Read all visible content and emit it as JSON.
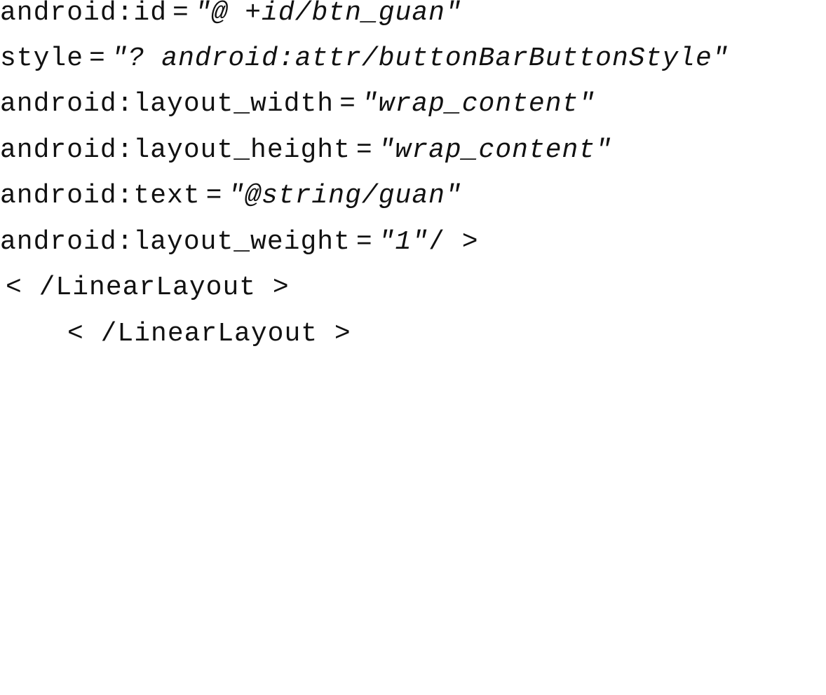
{
  "code": {
    "lines": [
      {
        "attribute": "android:id",
        "equals": "=",
        "open_quote": "\"",
        "value": "@ +id/btn_guan",
        "close_quote": "\"",
        "suffix": ""
      },
      {
        "attribute": "style",
        "equals": "=",
        "open_quote": "\"",
        "value": "? android:attr/buttonBarButtonStyle",
        "close_quote": "\"",
        "suffix": ""
      },
      {
        "attribute": "android:layout_width",
        "equals": "=",
        "open_quote": "\"",
        "value": "wrap_content",
        "close_quote": "\"",
        "suffix": ""
      },
      {
        "attribute": "android:layout_height",
        "equals": "=",
        "open_quote": "\"",
        "value": "wrap_content",
        "close_quote": "\"",
        "suffix": ""
      },
      {
        "attribute": "android:text",
        "equals": "=",
        "open_quote": "\"",
        "value": "@string/guan",
        "close_quote": "\"",
        "suffix": ""
      },
      {
        "attribute": "android:layout_weight",
        "equals": "=",
        "open_quote": "\"",
        "value": "1",
        "close_quote": "\"",
        "suffix": "/ >"
      },
      {
        "tag": "< /LinearLayout >"
      },
      {
        "tag": "< /LinearLayout >"
      }
    ]
  }
}
